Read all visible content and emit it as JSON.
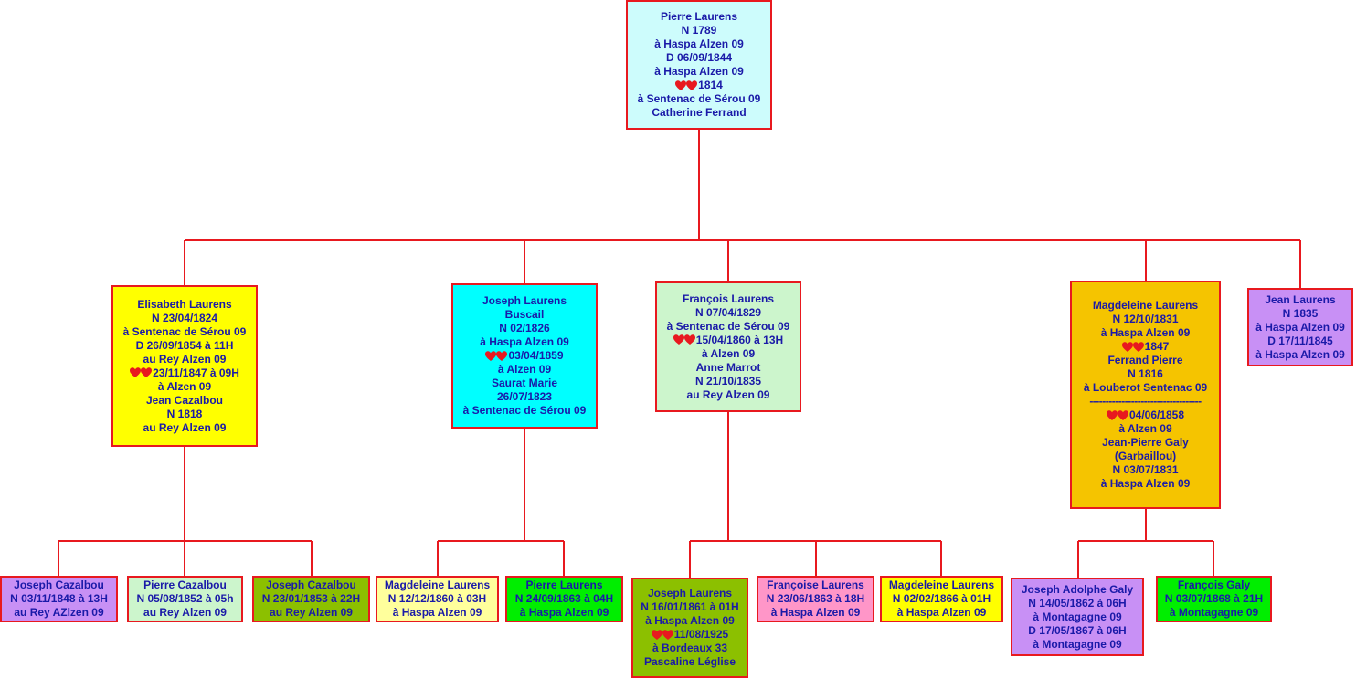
{
  "colors": {
    "line": "#e8191f",
    "text": "#1a1aa8",
    "heart": "#e8191f"
  },
  "persons": {
    "root": {
      "fill": "#cdfcfc",
      "lines": [
        "Pierre Laurens",
        "N 1789",
        "à Haspa Alzen 09",
        "D 06/09/1844",
        "à Haspa Alzen 09",
        "♥1814",
        "à Sentenac de Sérou 09",
        "Catherine Ferrand"
      ]
    },
    "elisabeth": {
      "fill": "#ffff00",
      "lines": [
        "Elisabeth Laurens",
        "N 23/04/1824",
        "à Sentenac de Sérou 09",
        "D 26/09/1854 à 11H",
        "au Rey Alzen 09",
        "♥23/11/1847 à 09H",
        "à Alzen 09",
        "Jean Cazalbou",
        "N 1818",
        "au Rey Alzen 09"
      ]
    },
    "joseph": {
      "fill": "#00ffff",
      "lines": [
        "Joseph Laurens",
        "Buscail",
        "N 02/1826",
        "à Haspa Alzen 09",
        "♥03/04/1859",
        "à Alzen 09",
        "Saurat Marie",
        "26/07/1823",
        "à Sentenac de Sérou 09"
      ]
    },
    "francois": {
      "fill": "#ccf5cc",
      "lines": [
        "François Laurens",
        "N 07/04/1829",
        "à Sentenac de Sérou 09",
        "♥15/04/1860 à 13H",
        "à Alzen 09",
        "Anne Marrot",
        "N 21/10/1835",
        "au Rey Alzen 09"
      ]
    },
    "magdeleine": {
      "fill": "#f5c400",
      "lines": [
        "Magdeleine Laurens",
        "N 12/10/1831",
        "à Haspa Alzen 09",
        "♥1847",
        "Ferrand Pierre",
        "N 1816",
        "à Louberot Sentenac 09",
        "-----------------------------------",
        "♥04/06/1858",
        "à Alzen 09",
        "Jean-Pierre Galy",
        "(Garbaillou)",
        "N 03/07/1831",
        "à Haspa Alzen 09"
      ]
    },
    "jean": {
      "fill": "#c890f5",
      "lines": [
        "Jean Laurens",
        "N 1835",
        "à Haspa Alzen 09",
        "D 17/11/1845",
        "à Haspa Alzen 09"
      ]
    },
    "g1": {
      "fill": "#c890f5",
      "lines": [
        "Joseph Cazalbou",
        "N 03/11/1848 à 13H",
        "au Rey AZlzen 09"
      ]
    },
    "g2": {
      "fill": "#ccf5cc",
      "lines": [
        "Pierre Cazalbou",
        "N 05/08/1852 à 05h",
        "au Rey Alzen 09"
      ]
    },
    "g3": {
      "fill": "#8cc000",
      "lines": [
        "Joseph Cazalbou",
        "N 23/01/1853 à 22H",
        "au Rey Alzen 09"
      ]
    },
    "g4": {
      "fill": "#ffff9c",
      "lines": [
        "Magdeleine Laurens",
        "N 12/12/1860 à 03H",
        "à Haspa Alzen 09"
      ]
    },
    "g5": {
      "fill": "#00ee00",
      "lines": [
        "Pierre Laurens",
        "N 24/09/1863 à 04H",
        "à Haspa Alzen 09"
      ]
    },
    "g6": {
      "fill": "#8cc000",
      "lines": [
        "Joseph Laurens",
        "N 16/01/1861 à 01H",
        "à Haspa Alzen 09",
        "♥11/08/1925",
        "à Bordeaux 33",
        "Pascaline Léglise"
      ]
    },
    "g7": {
      "fill": "#ff96c8",
      "lines": [
        "Françoise Laurens",
        "N 23/06/1863 à 18H",
        "à Haspa Alzen 09"
      ]
    },
    "g8": {
      "fill": "#ffff00",
      "lines": [
        "Magdeleine Laurens",
        "N 02/02/1866 à 01H",
        "à Haspa Alzen 09"
      ]
    },
    "g9": {
      "fill": "#c890f5",
      "lines": [
        "Joseph Adolphe Galy",
        "N 14/05/1862 à 06H",
        "à Montagagne 09",
        "D 17/05/1867 à 06H",
        "à Montagagne 09"
      ]
    },
    "g10": {
      "fill": "#00ee00",
      "lines": [
        "François Galy",
        "N 03/07/1868 à 21H",
        "à Montagagne 09"
      ]
    }
  }
}
